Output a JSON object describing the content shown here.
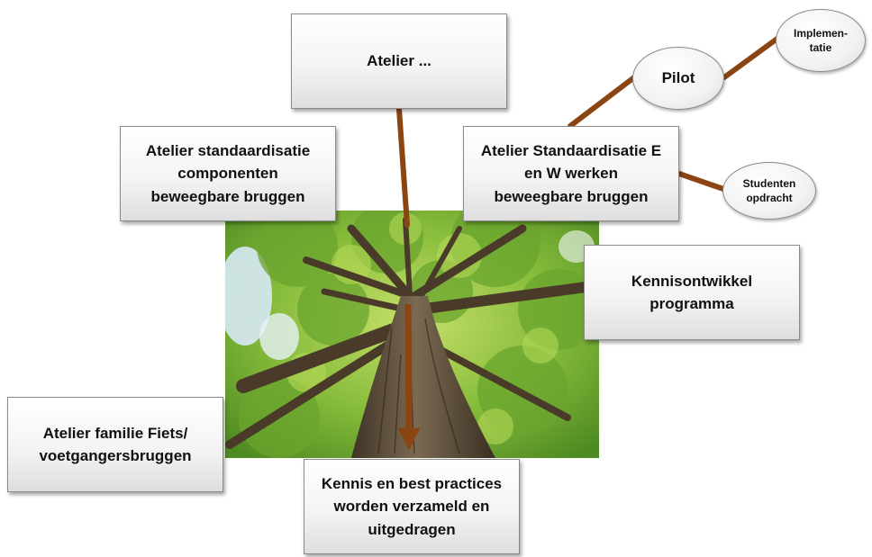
{
  "boxes": {
    "atelier": "Atelier ...",
    "standaardisatie_componenten": "Atelier standaardisatie\ncomponenten\nbeweegbare bruggen",
    "standaardisatie_e_w": "Atelier Standaardisatie E\nen W werken\nbeweegbare bruggen",
    "kennisontwikkel": "Kennisontwikkel\nprogramma",
    "familie": "Atelier familie Fiets/\nvoetgangersbruggen",
    "kennis_best_practices": "Kennis en best practices\nworden verzameld en\nuitgedragen"
  },
  "ellipses": {
    "pilot": "Pilot",
    "implementatie": "Implemen-\ntatie",
    "studenten": "Studenten\nopdracht"
  },
  "colors": {
    "connector": "#8B4513",
    "box_border": "#8a8a8a",
    "foliage": "#7fb83a",
    "sky": "#cfe3f2",
    "trunk": "#5a4a36"
  },
  "image": {
    "subject": "tree-canopy-photo"
  }
}
